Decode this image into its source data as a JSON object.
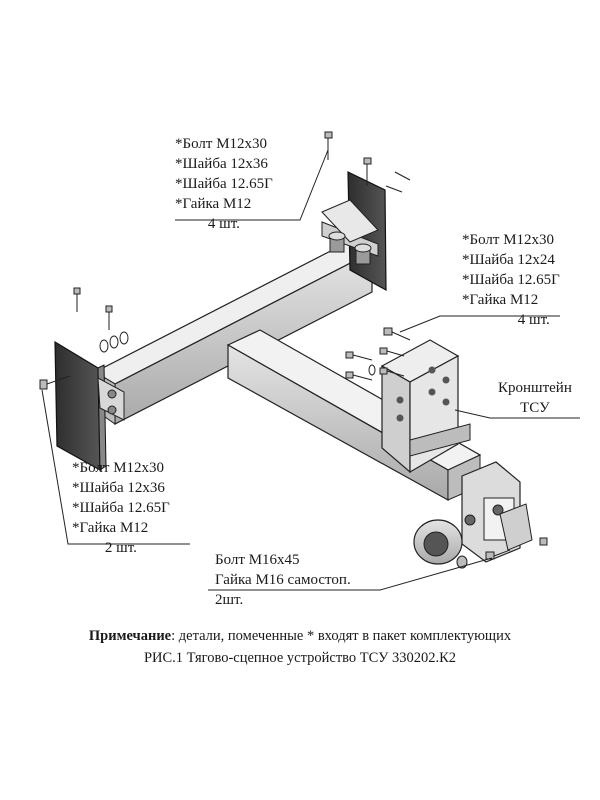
{
  "callouts": {
    "top": {
      "lines": [
        "*Болт М12х30",
        "*Шайба 12х36",
        "*Шайба 12.65Г",
        "*Гайка М12"
      ],
      "qty": "4 шт."
    },
    "right": {
      "lines": [
        "*Болт М12х30",
        "*Шайба 12х24",
        "*Шайба 12.65Г",
        "*Гайка М12"
      ],
      "qty": "4 шт."
    },
    "bracket": {
      "lines": [
        "Кронштейн",
        "ТСУ"
      ]
    },
    "left": {
      "lines": [
        "*Болт М12х30",
        "*Шайба 12х36",
        "*Шайба 12.65Г",
        "*Гайка М12"
      ],
      "qty": "2 шт."
    },
    "bottom": {
      "lines": [
        "Болт М16х45",
        "Гайка М16 самостоп."
      ],
      "qty": "2шт."
    }
  },
  "note": {
    "label": "Примечание",
    "text": ": детали, помеченные * входят в пакет комплектующих"
  },
  "caption": "РИС.1 Тягово-сцепное устройство ТСУ 330202.К2"
}
